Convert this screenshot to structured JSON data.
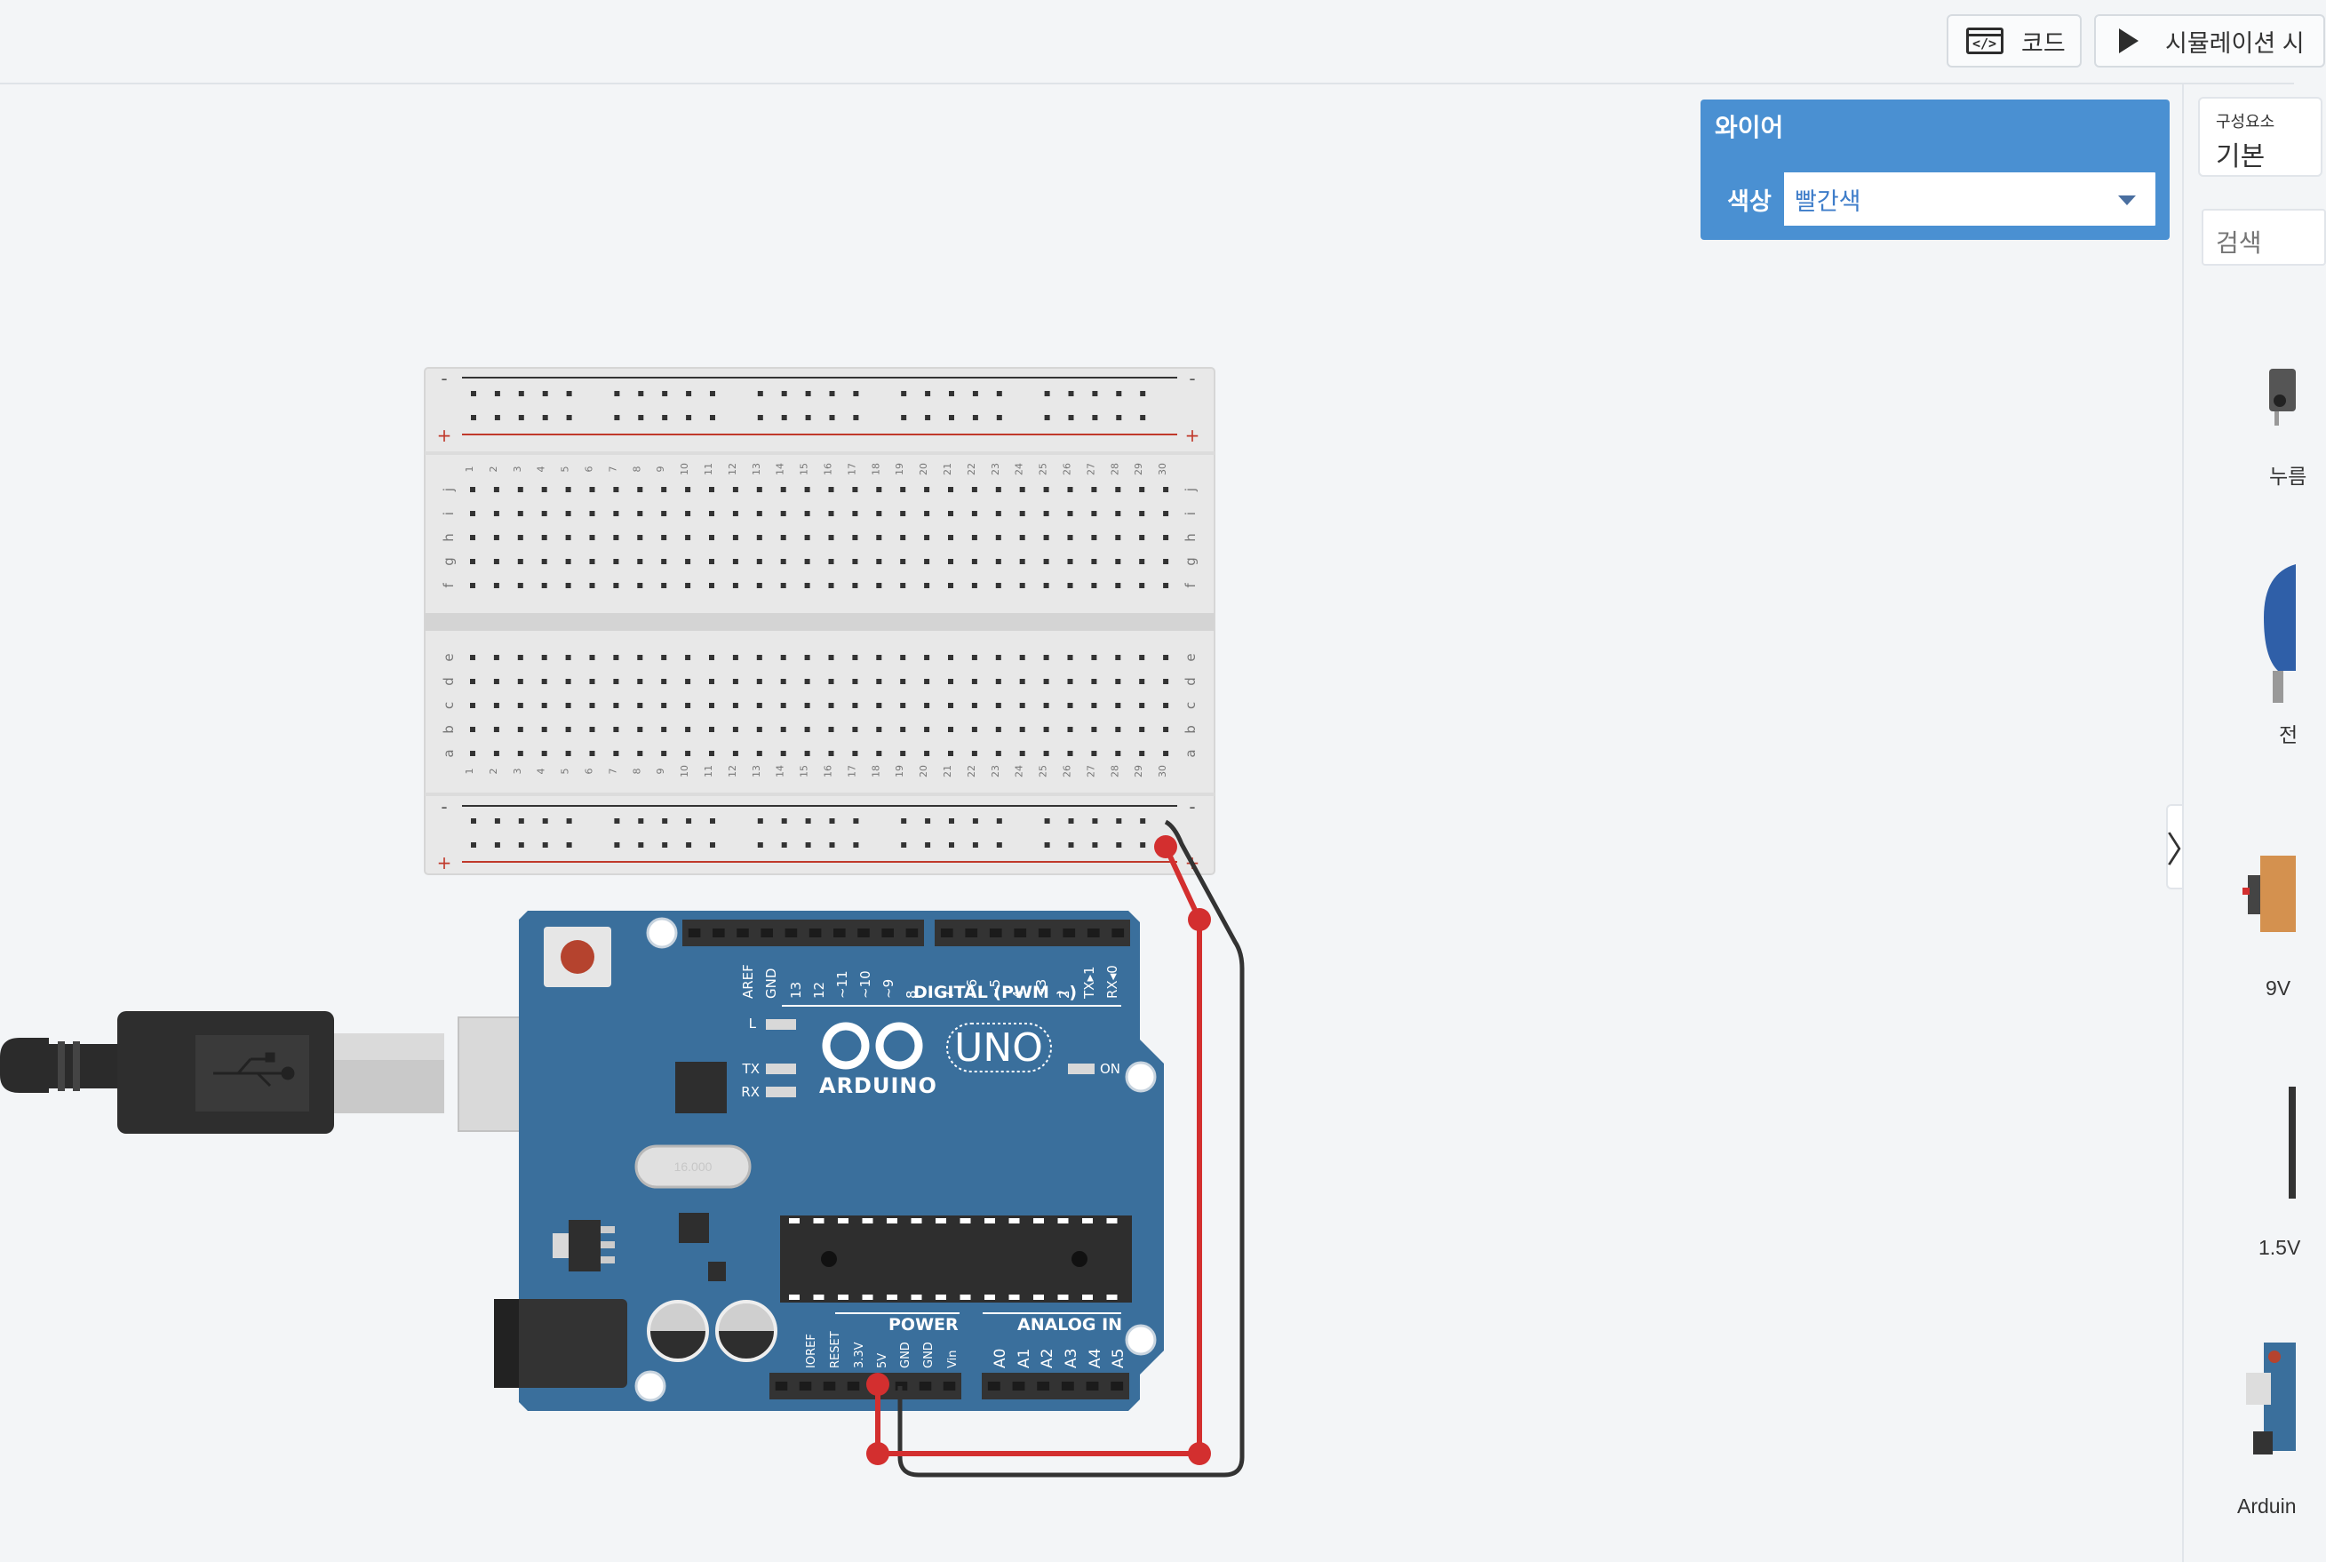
{
  "toolbar": {
    "code_label": "코드",
    "code_icon_glyph": "</>",
    "simulate_label": "시뮬레이션 시"
  },
  "inspector": {
    "title": "와이어",
    "color_label": "색상",
    "color_value": "빨간색"
  },
  "panel": {
    "components_small": "구성요소",
    "components_value": "기본",
    "search_placeholder": "검색",
    "toggle_glyph": "〉",
    "items": [
      {
        "label": "누름",
        "icon": "pushbutton-icon"
      },
      {
        "label": "전",
        "icon": "lightbulb-icon"
      },
      {
        "label": "9V",
        "icon": "battery-9v-icon"
      },
      {
        "label": "1.5V",
        "icon": "battery-1-5v-icon"
      },
      {
        "label": "Arduin",
        "icon": "arduino-icon"
      }
    ]
  },
  "breadboard": {
    "row_letters_top": [
      "j",
      "i",
      "h",
      "g",
      "f"
    ],
    "row_letters_bottom": [
      "e",
      "d",
      "c",
      "b",
      "a"
    ],
    "rail_minus": "-",
    "rail_plus": "+",
    "columns": 30
  },
  "arduino": {
    "brand": "ARDUINO",
    "model": "UNO",
    "digital_label": "DIGITAL (PWM ~)",
    "power_label": "POWER",
    "analog_label": "ANALOG IN",
    "on_label": "ON",
    "led_l": "L",
    "led_tx": "TX",
    "led_rx": "RX",
    "crystal_label": "16.000",
    "digital_pins": [
      "AREF",
      "GND",
      "13",
      "12",
      "~11",
      "~10",
      "~9",
      "8",
      "7",
      "~6",
      "~5",
      "4",
      "~3",
      "2",
      "TX▸1",
      "RX◂0"
    ],
    "power_pins": [
      "IOREF",
      "RESET",
      "3.3V",
      "5V",
      "GND",
      "GND",
      "Vin"
    ],
    "analog_pins": [
      "A0",
      "A1",
      "A2",
      "A3",
      "A4",
      "A5"
    ]
  },
  "wires": {
    "red_color": "#d32f2f",
    "black_color": "#333333",
    "board_color": "#3a6f9c",
    "breadboard_color": "#e8e8e8"
  }
}
